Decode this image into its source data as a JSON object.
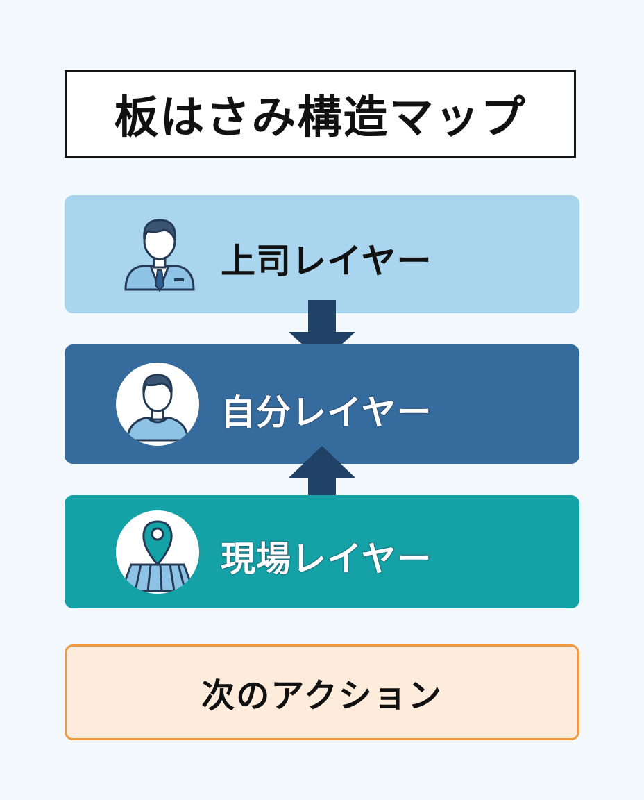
{
  "title": "板はさみ構造マップ",
  "layers": {
    "boss": {
      "label": "上司レイヤー",
      "icon": "businessman-icon",
      "color": "#a9d5ee"
    },
    "self": {
      "label": "自分レイヤー",
      "icon": "person-icon",
      "color": "#366b9d"
    },
    "field": {
      "label": "現場レイヤー",
      "icon": "map-pin-icon",
      "color": "#14a2a7"
    }
  },
  "arrows": [
    {
      "direction": "down",
      "from": "boss",
      "to": "self"
    },
    {
      "direction": "up",
      "from": "field",
      "to": "self"
    }
  ],
  "action": {
    "label": "次のアクション",
    "color": "#ef9a40"
  }
}
